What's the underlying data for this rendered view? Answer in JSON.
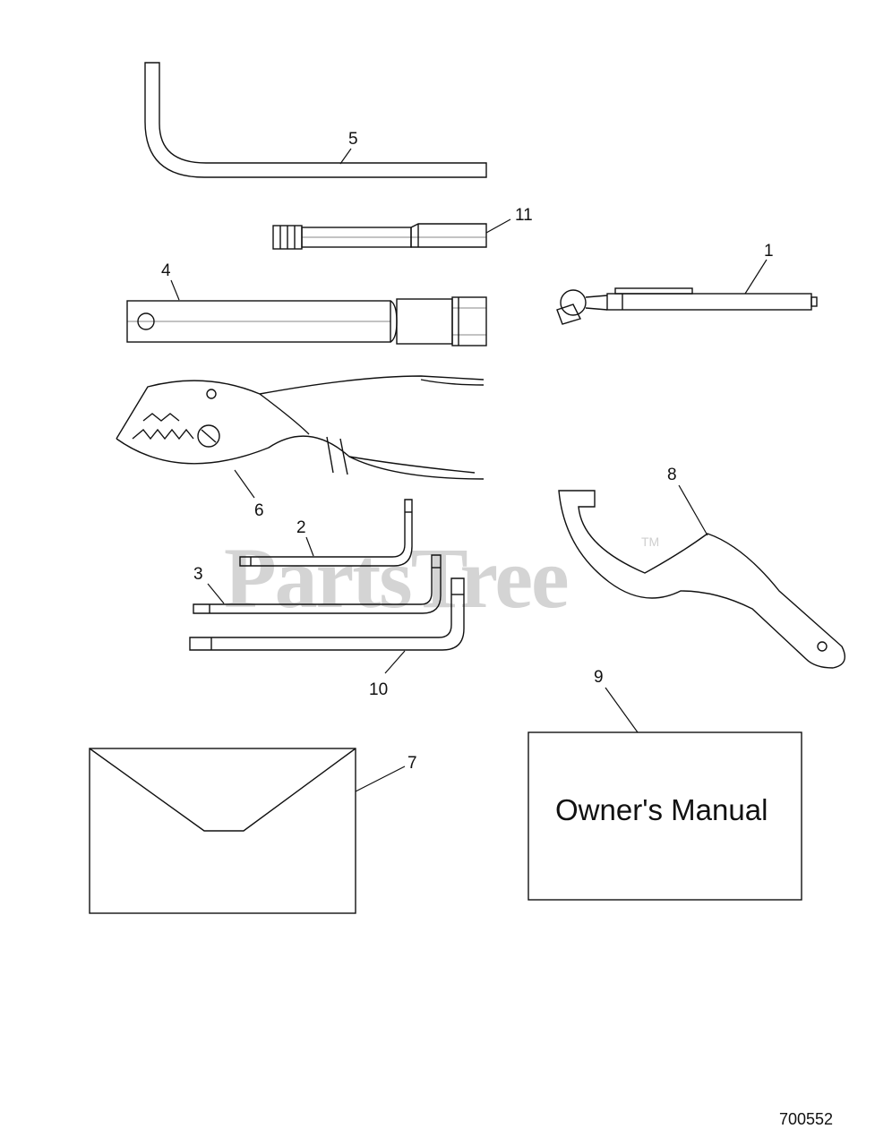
{
  "watermark": {
    "text": "PartsTree",
    "tm": "TM"
  },
  "callouts": {
    "c1": "1",
    "c2": "2",
    "c3": "3",
    "c4": "4",
    "c5": "5",
    "c6": "6",
    "c7": "7",
    "c8": "8",
    "c9": "9",
    "c10": "10",
    "c11": "11"
  },
  "manual_label": "Owner's Manual",
  "diagram_number": "700552"
}
